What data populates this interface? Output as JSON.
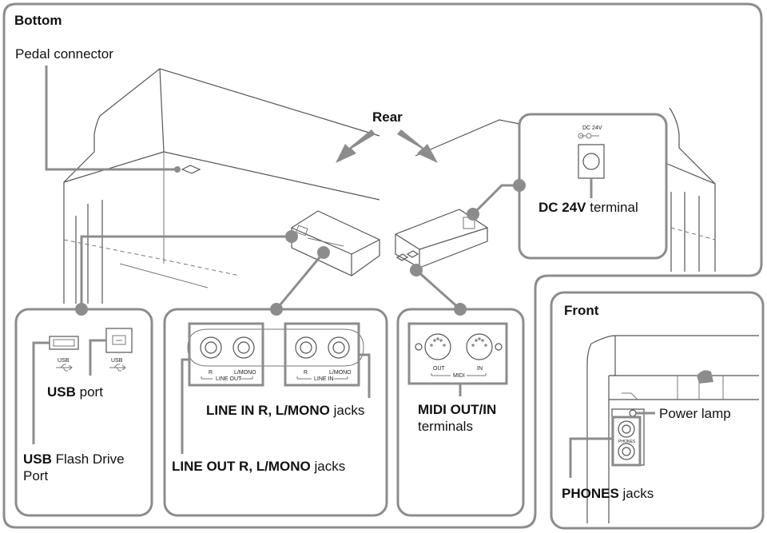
{
  "sections": {
    "bottom": "Bottom",
    "front": "Front"
  },
  "labels": {
    "pedal_connector": "Pedal connector",
    "rear": "Rear",
    "dc24v_bold": "DC 24V",
    "dc24v_rest": " terminal",
    "dc24v_small": "DC 24V",
    "usb_port_bold": "USB",
    "usb_port_rest": " port",
    "usb_flash_bold": "USB",
    "usb_flash_rest": " Flash Drive",
    "usb_flash_line2": "Port",
    "usb_small_a": "USB",
    "usb_small_b": "USB",
    "line_in_bold": "LINE IN R, L/MONO",
    "line_in_rest": " jacks",
    "line_out_bold": "LINE OUT R, L/MONO",
    "line_out_rest": " jacks",
    "line_out_r": "R",
    "line_out_l": "L/MONO",
    "line_out_caption": "LINE OUT",
    "line_in_r": "R",
    "line_in_l": "L/MONO",
    "line_in_caption": "LINE IN",
    "midi_bold": "MIDI OUT/IN",
    "midi_line2": "terminals",
    "midi_out": "OUT",
    "midi_in": "IN",
    "midi_caption": "MIDI",
    "power_lamp": "Power lamp",
    "phones_bold": "PHONES",
    "phones_rest": " jacks",
    "phones_small": "PHONES"
  },
  "colors": {
    "frame": "#8c8c8c",
    "line_art": "#555555",
    "text": "#111111"
  }
}
